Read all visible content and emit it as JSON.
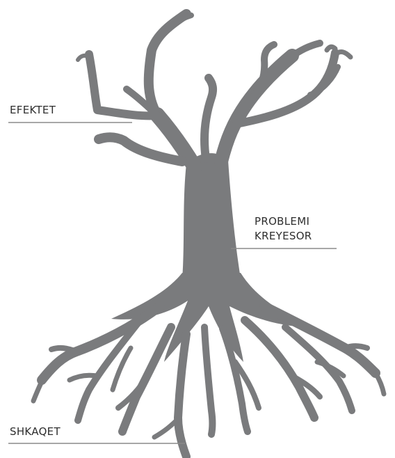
{
  "diagram": {
    "labels": {
      "effects": "EFEKTET",
      "problem_line1": "PROBLEMI",
      "problem_line2": "KREYESOR",
      "causes": "SHKAQET"
    },
    "colors": {
      "tree": "#7a7b7d",
      "label_text": "#2e2e2e",
      "leader_line": "#8a8a8a",
      "background": "#ffffff"
    }
  }
}
